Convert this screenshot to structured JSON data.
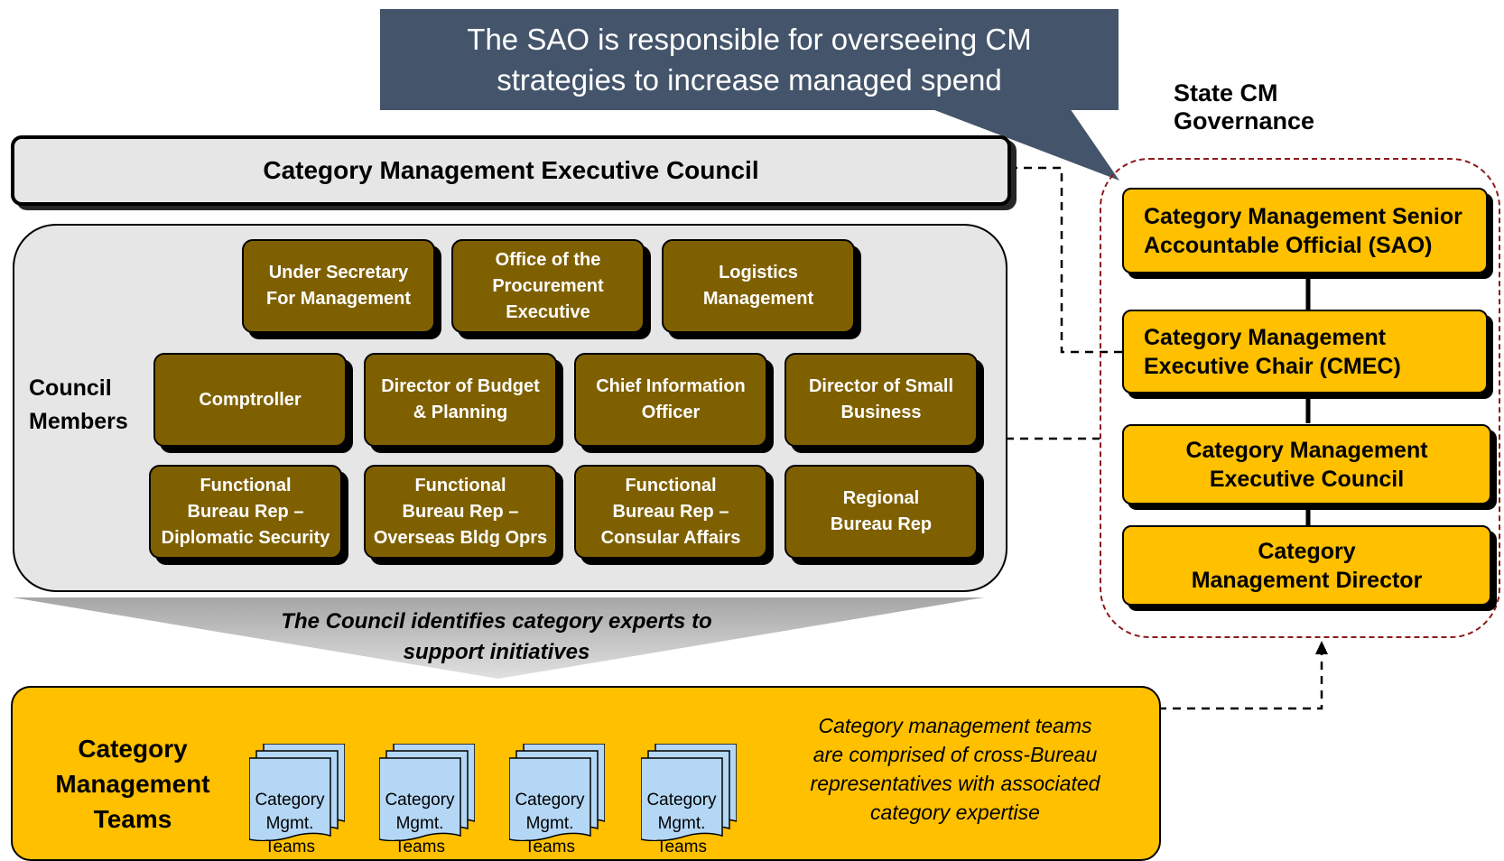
{
  "callout": {
    "line1": "The SAO is responsible for overseeing CM",
    "line2": "strategies to increase managed spend"
  },
  "governance": {
    "title": "State CM Governance",
    "boxes": [
      {
        "line1": "Category Management Senior",
        "line2": "Accountable Official (SAO)"
      },
      {
        "line1": "Category Management",
        "line2": "Executive Chair (CMEC)"
      },
      {
        "line1": "Category Management",
        "line2": "Executive Council"
      },
      {
        "line1": "Category",
        "line2": "Management Director"
      }
    ]
  },
  "council": {
    "title": "Category Management Executive Council",
    "members_label": {
      "line1": "Council",
      "line2": "Members"
    },
    "members": [
      {
        "lines": [
          "Under Secretary",
          "For Management"
        ]
      },
      {
        "lines": [
          "Office of the",
          "Procurement",
          "Executive"
        ]
      },
      {
        "lines": [
          "Logistics",
          "Management"
        ]
      },
      {
        "lines": [
          "Comptroller"
        ]
      },
      {
        "lines": [
          "Director of Budget",
          "& Planning"
        ]
      },
      {
        "lines": [
          "Chief Information",
          "Officer"
        ]
      },
      {
        "lines": [
          "Director of Small",
          "Business"
        ]
      },
      {
        "lines": [
          "Functional",
          "Bureau Rep –",
          "Diplomatic Security"
        ]
      },
      {
        "lines": [
          "Functional",
          "Bureau Rep –",
          "Overseas Bldg Oprs"
        ]
      },
      {
        "lines": [
          "Functional",
          "Bureau Rep –",
          "Consular Affairs"
        ]
      },
      {
        "lines": [
          "Regional",
          "Bureau Rep"
        ]
      }
    ],
    "funnel_text": {
      "line1": "The Council identifies category experts to",
      "line2": "support initiatives"
    }
  },
  "teams": {
    "title": {
      "line1": "Category",
      "line2": "Management",
      "line3": "Teams"
    },
    "doc_label": {
      "line1": "Category",
      "line2": "Mgmt.",
      "line3": "Teams"
    },
    "doc_count": 4,
    "note": {
      "line1": "Category management teams",
      "line2": "are comprised of cross-Bureau",
      "line3": "representatives with associated",
      "line4": "category expertise"
    }
  },
  "colors": {
    "callout_bg": "#44546a",
    "member_box": "#7f6000",
    "gov_box": "#ffc000",
    "panel_grey": "#e7e6e6",
    "gov_border": "#8b1a1a"
  }
}
